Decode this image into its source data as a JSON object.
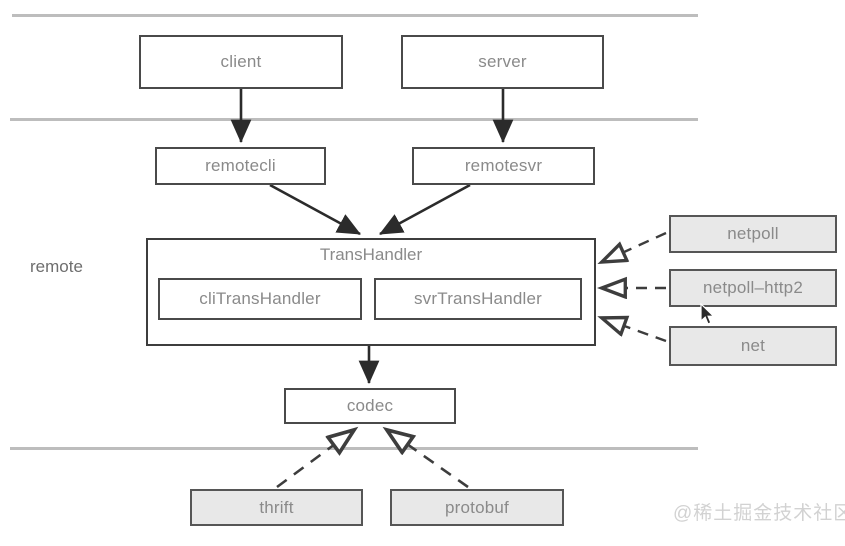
{
  "diagram": {
    "title_label": "remote",
    "watermark": "@稀土掘金技术社区",
    "colors": {
      "box_white_fill": "#ffffff",
      "box_gray_fill": "#e8e8e8",
      "box_stroke": "#4a4a4a",
      "text": "#8a8a8a",
      "divider": "#bdbdbd",
      "arrow": "#2b2b2b"
    },
    "layers": {
      "divider_1_label": "",
      "divider_2_label": "",
      "divider_3_label": ""
    },
    "nodes": {
      "client": "client",
      "server": "server",
      "remotecli": "remotecli",
      "remotesvr": "remotesvr",
      "trans_handler": "TransHandler",
      "cli_trans_handler": "cliTransHandler",
      "svr_trans_handler": "svrTransHandler",
      "netpoll": "netpoll",
      "netpoll_http2": "netpoll–http2",
      "net": "net",
      "codec": "codec",
      "thrift": "thrift",
      "protobuf": "protobuf"
    },
    "edges": [
      {
        "from": "client",
        "to": "remotecli",
        "style": "solid-arrow"
      },
      {
        "from": "server",
        "to": "remotesvr",
        "style": "solid-arrow"
      },
      {
        "from": "remotecli",
        "to": "trans_handler",
        "style": "solid-arrow"
      },
      {
        "from": "remotesvr",
        "to": "trans_handler",
        "style": "solid-arrow"
      },
      {
        "from": "netpoll",
        "to": "trans_handler",
        "style": "dashed-hollow-arrow"
      },
      {
        "from": "netpoll_http2",
        "to": "trans_handler",
        "style": "dashed-hollow-arrow"
      },
      {
        "from": "net",
        "to": "trans_handler",
        "style": "dashed-hollow-arrow"
      },
      {
        "from": "trans_handler",
        "to": "codec",
        "style": "solid-arrow"
      },
      {
        "from": "thrift",
        "to": "codec",
        "style": "dashed-hollow-arrow"
      },
      {
        "from": "protobuf",
        "to": "codec",
        "style": "dashed-hollow-arrow"
      }
    ]
  }
}
